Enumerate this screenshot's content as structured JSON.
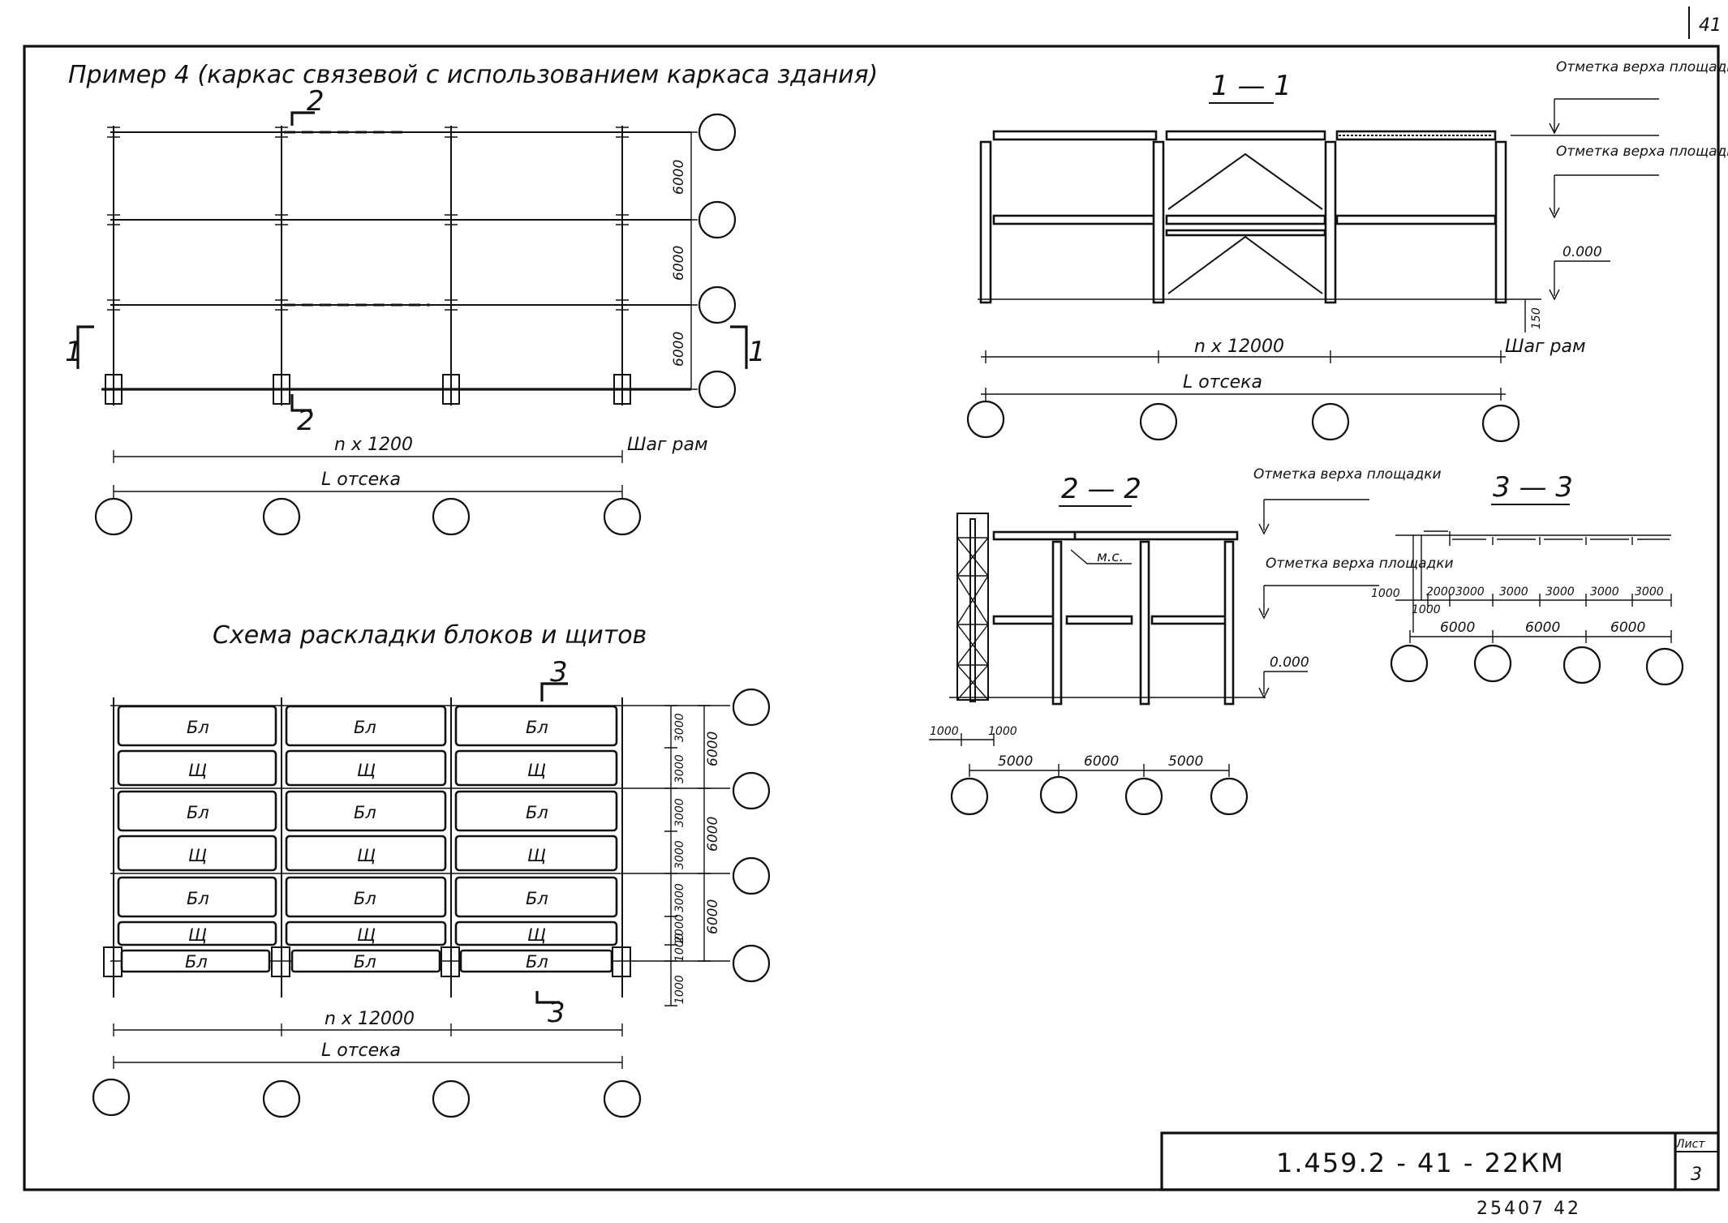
{
  "page_number": "41",
  "main_title": "Пример 4 (каркас связевой с использованием каркаса здания)",
  "layout_title": "Схема раскладки блоков и щитов",
  "plan": {
    "section_mark_1": "1",
    "section_mark_2": "2",
    "dim_vertical": [
      "6000",
      "6000",
      "6000"
    ],
    "dim_span": "n x 1200",
    "dim_step": "Шаг рам",
    "dim_length": "L отсека"
  },
  "section_1_1": {
    "title": "1 — 1",
    "level_top_1": "Отметка верха площадки",
    "level_top_2": "Отметка верха площадки",
    "level_zero": "0.000",
    "dim_base": "150",
    "dim_span": "n x 12000",
    "dim_step": "Шаг рам",
    "dim_length": "L отсека"
  },
  "section_2_2": {
    "title": "2 — 2",
    "level_top_1": "Отметка верха площадки",
    "level_top_2": "Отметка верха площадки",
    "level_zero": "0.000",
    "note_ms": "м.с.",
    "dims_small": [
      "1000",
      "1000"
    ],
    "dims_bottom": [
      "5000",
      "6000",
      "5000"
    ]
  },
  "section_3_3": {
    "title": "3 — 3",
    "dim_left": "1000",
    "dim_small": "1000",
    "dims_top": [
      "2000",
      "3000",
      "3000",
      "3000",
      "3000",
      "3000"
    ],
    "dims_bottom": [
      "6000",
      "6000",
      "6000"
    ]
  },
  "layout": {
    "section_mark_3": "3",
    "rows": [
      [
        "Бл",
        "Бл",
        "Бл"
      ],
      [
        "Щ",
        "Щ",
        "Щ"
      ],
      [
        "Бл",
        "Бл",
        "Бл"
      ],
      [
        "Щ",
        "Щ",
        "Щ"
      ],
      [
        "Бл",
        "Бл",
        "Бл"
      ],
      [
        "Щ",
        "Щ",
        "Щ"
      ],
      [
        "Бл",
        "Бл",
        "Бл"
      ]
    ],
    "dims_right_inner": [
      "3000",
      "3000",
      "3000",
      "3000",
      "3000",
      "2000",
      "1000"
    ],
    "dims_right_outer": [
      "6000",
      "6000",
      "6000"
    ],
    "dim_below": "1000",
    "dim_span": "n x 12000",
    "dim_length": "L отсека"
  },
  "stamp": {
    "code": "1.459.2 - 41 - 22КМ",
    "sheet_label": "Лист",
    "sheet_number": "3"
  },
  "archive_number": "25407 42"
}
